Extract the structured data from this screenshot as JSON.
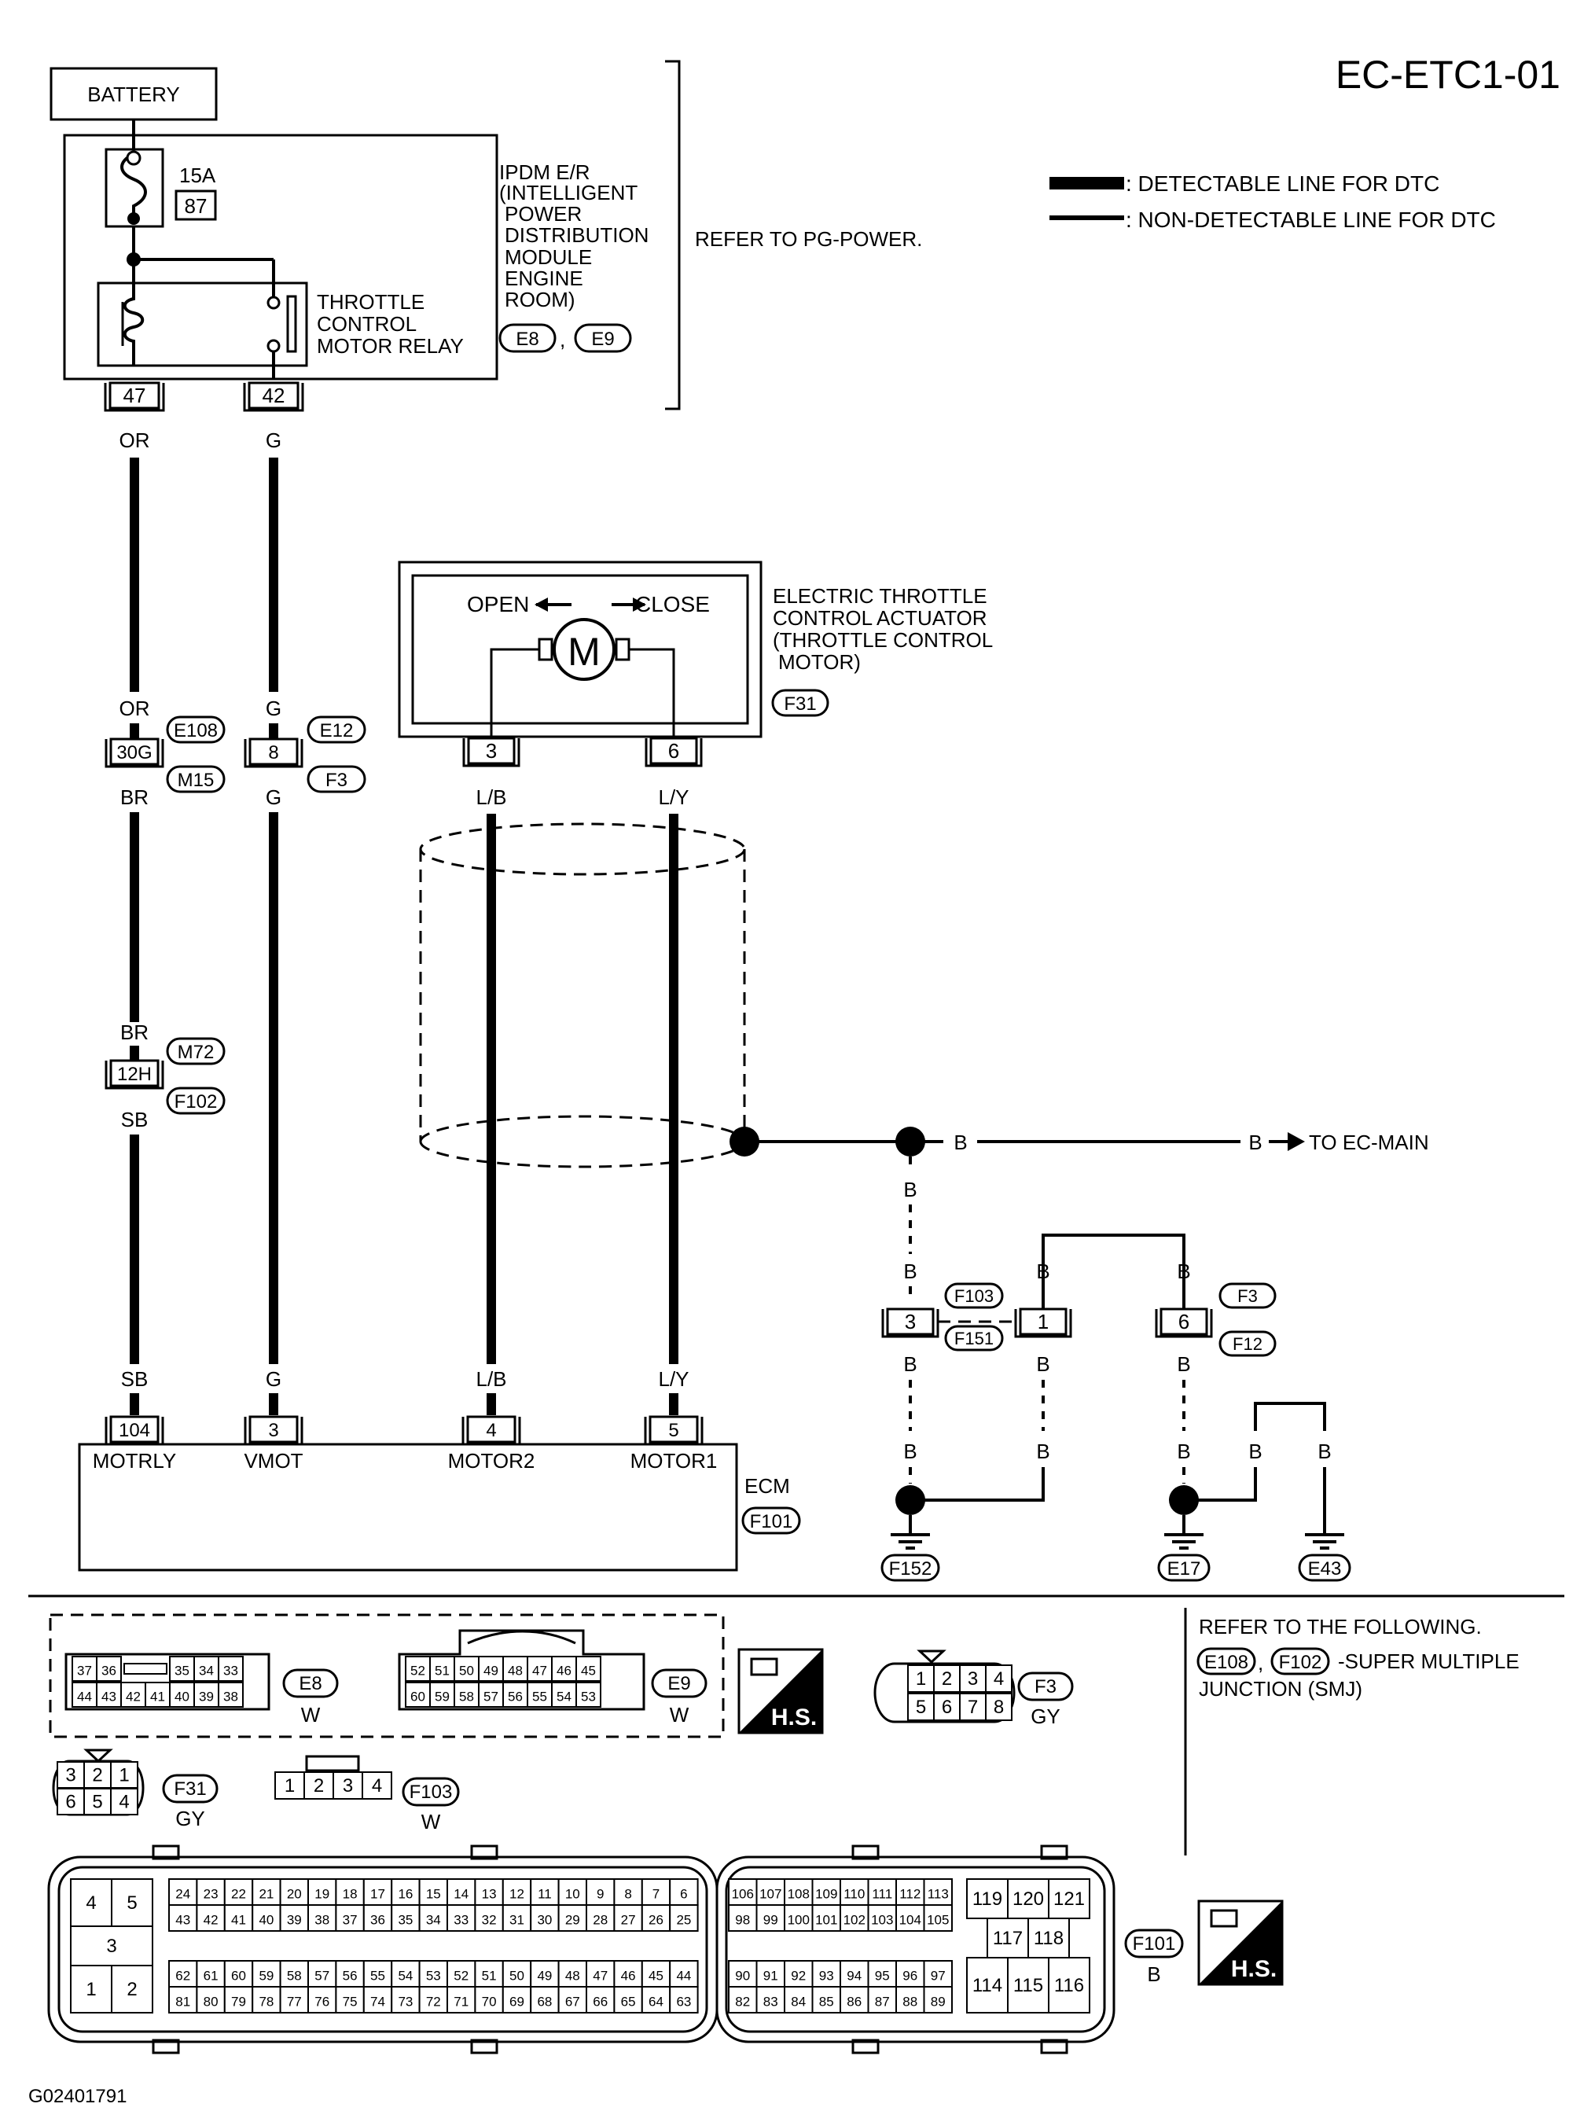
{
  "header": {
    "diagram_code": "EC-ETC1-01",
    "figure_id": "G02401791"
  },
  "legend": {
    "detectable": ": DETECTABLE LINE FOR DTC",
    "non_detectable": ": NON-DETECTABLE LINE FOR DTC"
  },
  "battery": {
    "label": "BATTERY"
  },
  "ipdm": {
    "fuse_amp": "15A",
    "fuse_no": "87",
    "relay_label": [
      "THROTTLE",
      "CONTROL",
      "MOTOR RELAY"
    ],
    "name_lines": [
      "IPDM E/R",
      "(INTELLIGENT",
      "POWER",
      "DISTRIBUTION",
      "MODULE",
      "ENGINE",
      "ROOM)"
    ],
    "connectors": [
      "E8",
      "E9"
    ],
    "separator": ",",
    "refer": "REFER TO PG-POWER.",
    "terminal_left": "47",
    "terminal_right": "42"
  },
  "actuator": {
    "open": "OPEN",
    "close": "CLOSE",
    "motor": "M",
    "name_lines": [
      "ELECTRIC THROTTLE",
      "CONTROL ACTUATOR",
      "(THROTTLE CONTROL",
      "MOTOR)"
    ],
    "connector": "F31",
    "terminal_left": "3",
    "terminal_right": "6"
  },
  "wires": {
    "or": "OR",
    "br": "BR",
    "sb": "SB",
    "g": "G",
    "lb": "L/B",
    "ly": "L/Y",
    "b": "B"
  },
  "junctions": {
    "j1_terminal": "30G",
    "j1_top": "E108",
    "j1_bottom": "M15",
    "j2_terminal": "12H",
    "j2_top": "M72",
    "j2_bottom": "F102",
    "j3_terminal": "8",
    "j3_top": "E12",
    "j3_bottom": "F3"
  },
  "to_main": "TO EC-MAIN",
  "ecm": {
    "name": "ECM",
    "connector": "F101",
    "pins": [
      {
        "no": "104",
        "name": "MOTRLY"
      },
      {
        "no": "3",
        "name": "VMOT"
      },
      {
        "no": "4",
        "name": "MOTOR2"
      },
      {
        "no": "5",
        "name": "MOTOR1"
      }
    ]
  },
  "ground": {
    "f103_label": "F103",
    "f151_label": "F151",
    "f103_term3": "3",
    "f151_term1": "1",
    "f3_term6": "6",
    "f3_label": "F3",
    "f12_label": "F12",
    "g1": "F152",
    "g2": "E17",
    "g3": "E43"
  },
  "notes": {
    "refer": "REFER TO THE FOLLOWING.",
    "c1": "E108",
    "c2": "F102",
    "smj": "-SUPER MULTIPLE",
    "smj2": "JUNCTION (SMJ)"
  },
  "connector_views": {
    "e8": {
      "label": "E8",
      "color": "W",
      "top": [
        "37",
        "36",
        "",
        "35",
        "34",
        "33"
      ],
      "bottom": [
        "44",
        "43",
        "42",
        "41",
        "40",
        "39",
        "38"
      ]
    },
    "e9": {
      "label": "E9",
      "color": "W",
      "top": [
        "52",
        "51",
        "50",
        "49",
        "48",
        "47",
        "46",
        "45"
      ],
      "bottom": [
        "60",
        "59",
        "58",
        "57",
        "56",
        "55",
        "54",
        "53"
      ]
    },
    "f3": {
      "label": "F3",
      "color": "GY",
      "top": [
        "1",
        "2",
        "3",
        "4"
      ],
      "bottom": [
        "5",
        "6",
        "7",
        "8"
      ]
    },
    "f31": {
      "label": "F31",
      "color": "GY",
      "top": [
        "3",
        "2",
        "1"
      ],
      "bottom": [
        "6",
        "5",
        "4"
      ]
    },
    "f103": {
      "label": "F103",
      "color": "W",
      "cells": [
        "1",
        "2",
        "3",
        "4"
      ]
    },
    "f101": {
      "label": "F101",
      "color": "B",
      "left_small": [
        "4",
        "5",
        "3",
        "1",
        "2"
      ],
      "row1": [
        "24",
        "23",
        "22",
        "21",
        "20",
        "19",
        "18",
        "17",
        "16",
        "15",
        "14",
        "13",
        "12",
        "11",
        "10",
        "9",
        "8",
        "7",
        "6"
      ],
      "row2": [
        "43",
        "42",
        "41",
        "40",
        "39",
        "38",
        "37",
        "36",
        "35",
        "34",
        "33",
        "32",
        "31",
        "30",
        "29",
        "28",
        "27",
        "26",
        "25"
      ],
      "row3": [
        "62",
        "61",
        "60",
        "59",
        "58",
        "57",
        "56",
        "55",
        "54",
        "53",
        "52",
        "51",
        "50",
        "49",
        "48",
        "47",
        "46",
        "45",
        "44"
      ],
      "row4": [
        "81",
        "80",
        "79",
        "78",
        "77",
        "76",
        "75",
        "74",
        "73",
        "72",
        "71",
        "70",
        "69",
        "68",
        "67",
        "66",
        "65",
        "64",
        "63"
      ],
      "r_row1": [
        "106",
        "107",
        "108",
        "109",
        "110",
        "111",
        "112",
        "113"
      ],
      "r_row2": [
        "98",
        "99",
        "100",
        "101",
        "102",
        "103",
        "104",
        "105"
      ],
      "r_row3": [
        "90",
        "91",
        "92",
        "93",
        "94",
        "95",
        "96",
        "97"
      ],
      "r_row4": [
        "82",
        "83",
        "84",
        "85",
        "86",
        "87",
        "88",
        "89"
      ],
      "far_top": [
        "119",
        "120",
        "121"
      ],
      "far_mid": [
        "117",
        "118"
      ],
      "far_bot": [
        "114",
        "115",
        "116"
      ]
    },
    "hs": "H.S."
  }
}
